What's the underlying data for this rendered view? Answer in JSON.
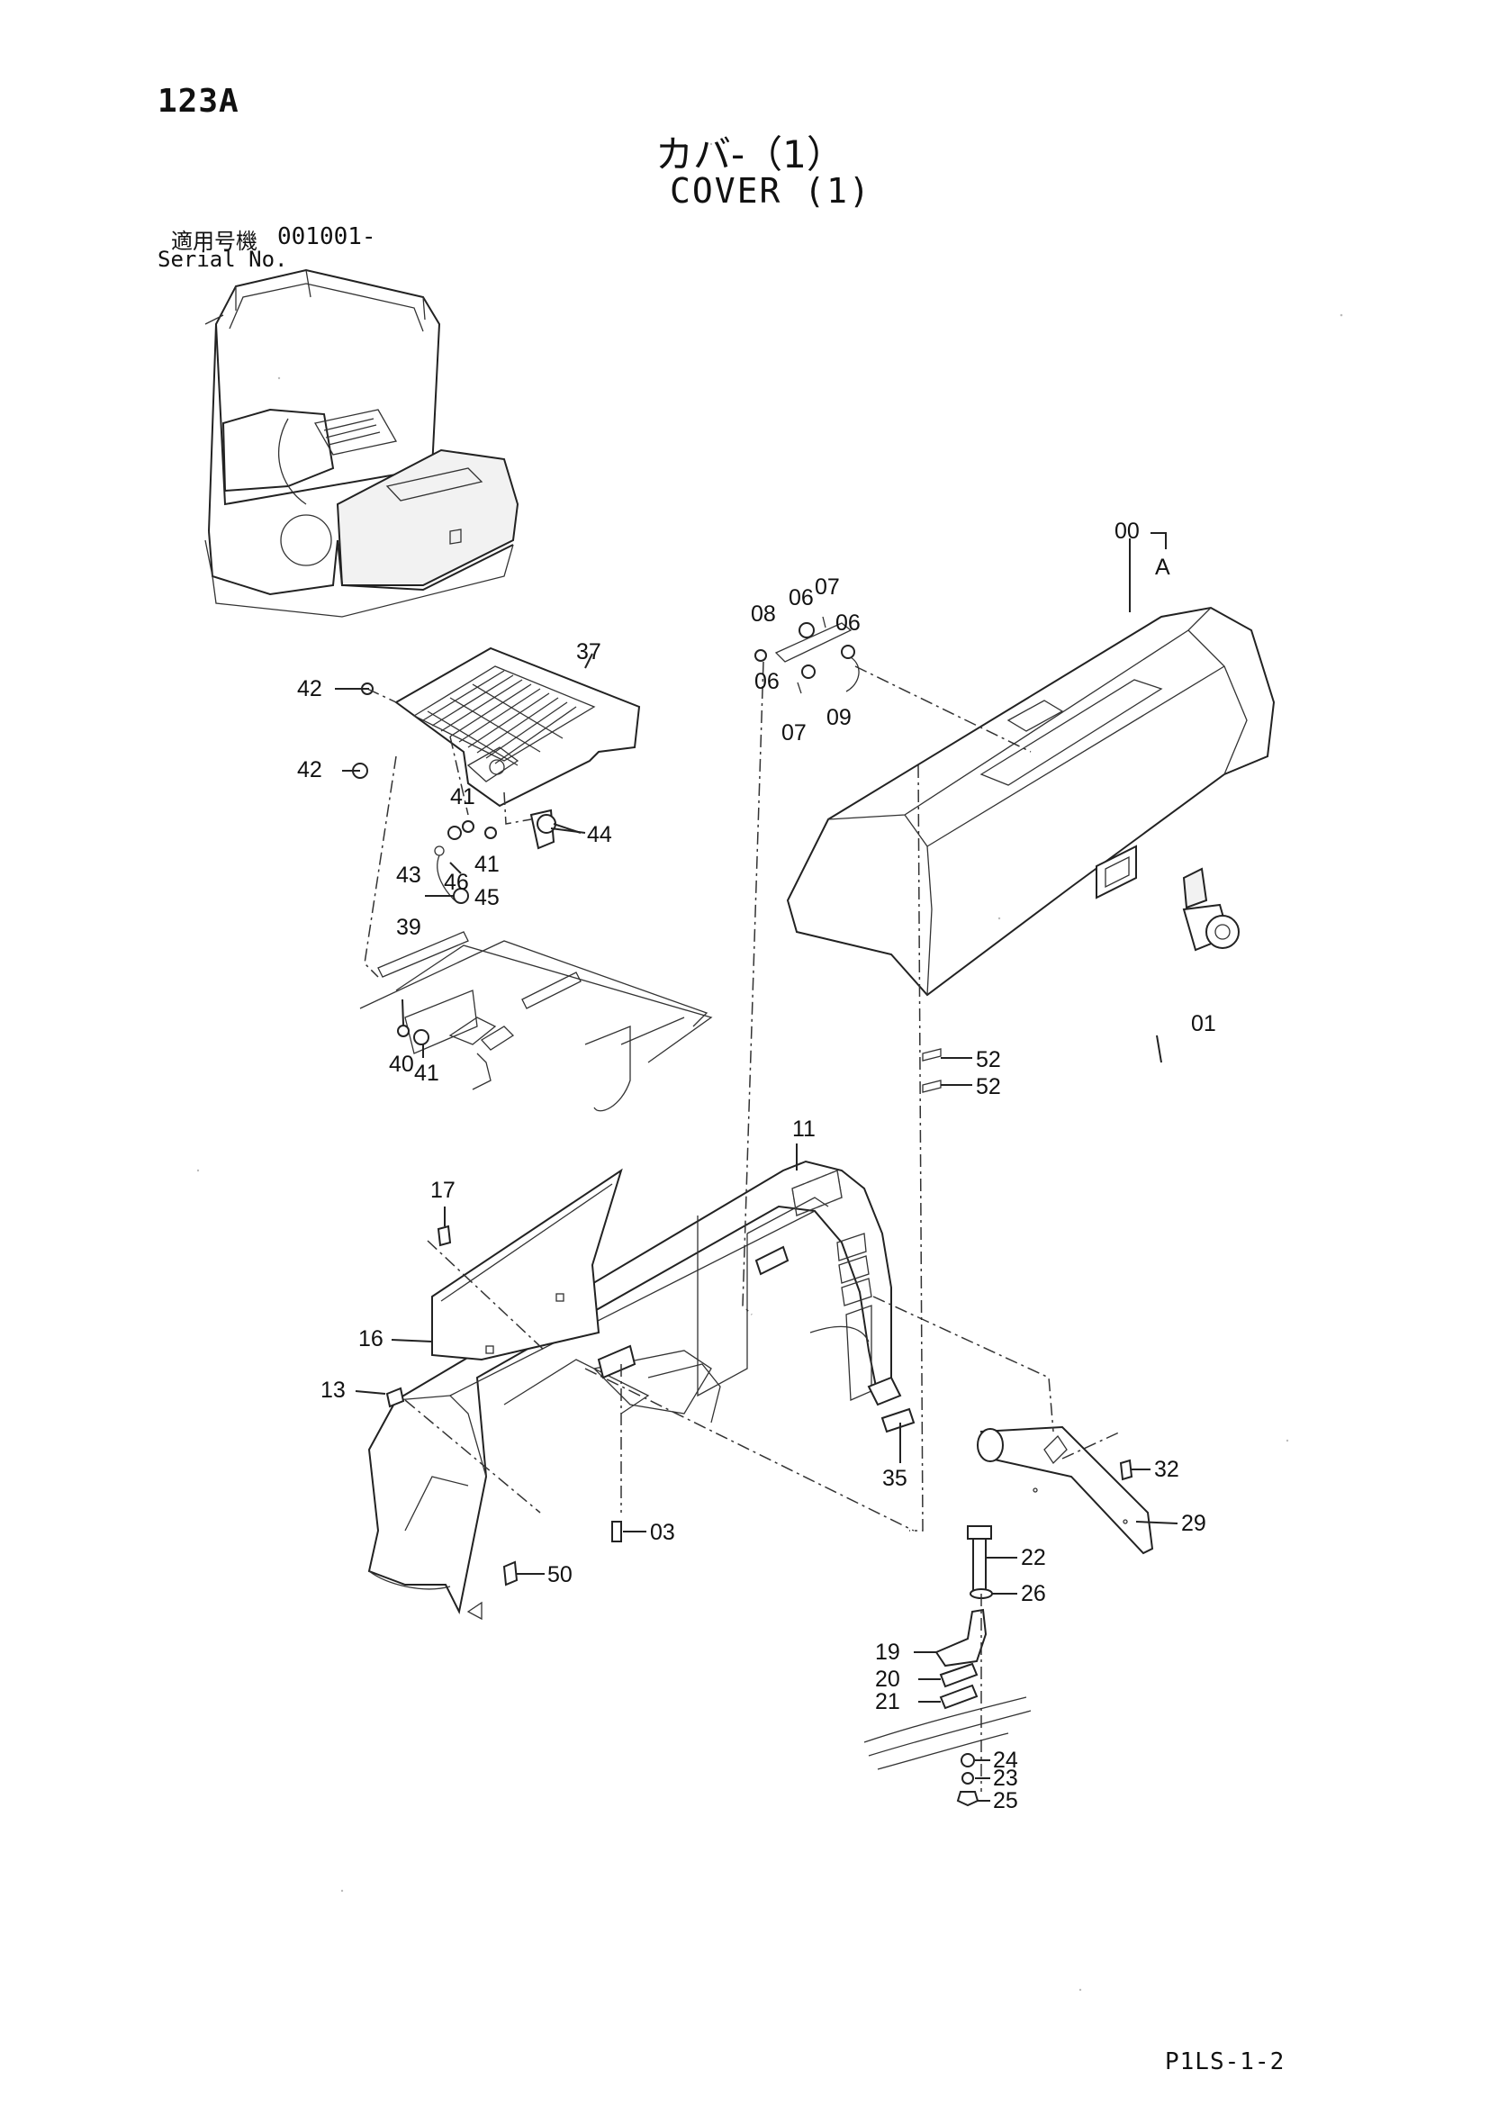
{
  "header": {
    "page_id": "123A",
    "title_jp": "カバ-（1）",
    "title_en": "COVER (1)",
    "serial_label_jp": "適用号機",
    "serial_value": "001001-",
    "serial_label_en": "Serial No."
  },
  "footer": {
    "code": "P1LS-1-2"
  },
  "callouts": {
    "c00": "00",
    "cA": "A",
    "c01": "01",
    "c06a": "06",
    "c07a": "07",
    "c06b": "06",
    "c08": "08",
    "c06c": "06",
    "c07b": "07",
    "c09": "09",
    "c37": "37",
    "c42a": "42",
    "c42b": "42",
    "c41a": "41",
    "c41b": "41",
    "c44": "44",
    "c43": "43",
    "c46": "46",
    "c45": "45",
    "c39": "39",
    "c40": "40",
    "c41c": "41",
    "c52a": "52",
    "c52b": "52",
    "c11": "11",
    "c17": "17",
    "c16": "16",
    "c13": "13",
    "c35": "35",
    "c03": "03",
    "c50": "50",
    "c32": "32",
    "c29": "29",
    "c22": "22",
    "c26": "26",
    "c19": "19",
    "c20": "20",
    "c21": "21",
    "c24": "24",
    "c23": "23",
    "c25": "25"
  }
}
